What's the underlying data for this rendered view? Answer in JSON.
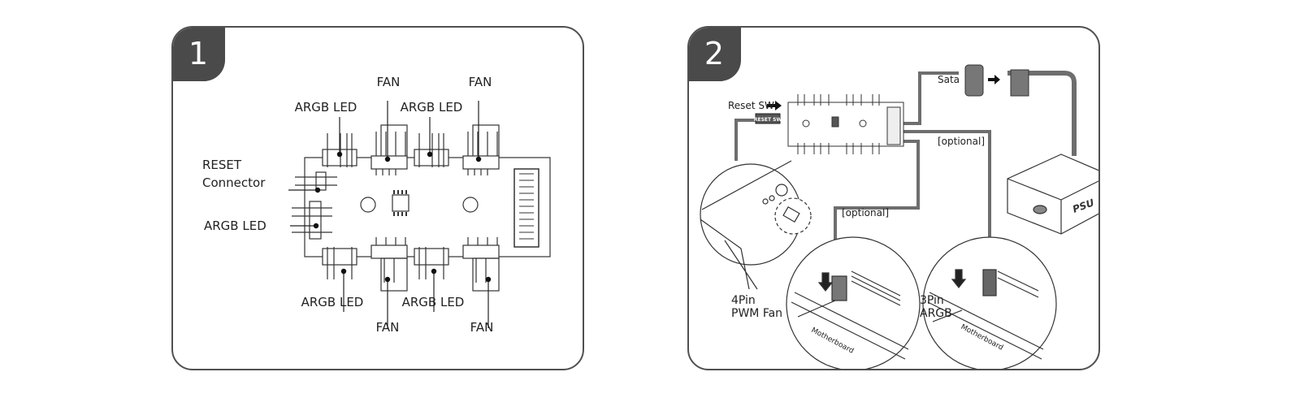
{
  "panels": [
    {
      "step": "1",
      "labels": {
        "top_argb_1": "ARGB LED",
        "top_fan_1": "FAN",
        "top_argb_2": "ARGB LED",
        "top_fan_2": "FAN",
        "reset_line1": "RESET",
        "reset_line2": "Connector",
        "left_argb": "ARGB LED",
        "bottom_argb_1": "ARGB LED",
        "bottom_fan_1": "FAN",
        "bottom_argb_2": "ARGB LED",
        "bottom_fan_2": "FAN"
      }
    },
    {
      "step": "2",
      "labels": {
        "reset_sw": "Reset SW",
        "reset_sw_chip": "RESET SW",
        "sata": "Sata",
        "optional_right": "[optional]",
        "optional_left": "[optional]",
        "psu": "PSU",
        "fan_line1": "4Pin",
        "fan_line2": "PWM Fan",
        "argb_line1": "3Pin",
        "argb_line2": "ARGB",
        "motherboard_left": "Motherboard",
        "motherboard_right": "Motherboard"
      }
    }
  ],
  "colors": {
    "border": "#505050",
    "badge": "#4a4a4a",
    "cable": "#6e6e6e",
    "line": "#333333"
  }
}
